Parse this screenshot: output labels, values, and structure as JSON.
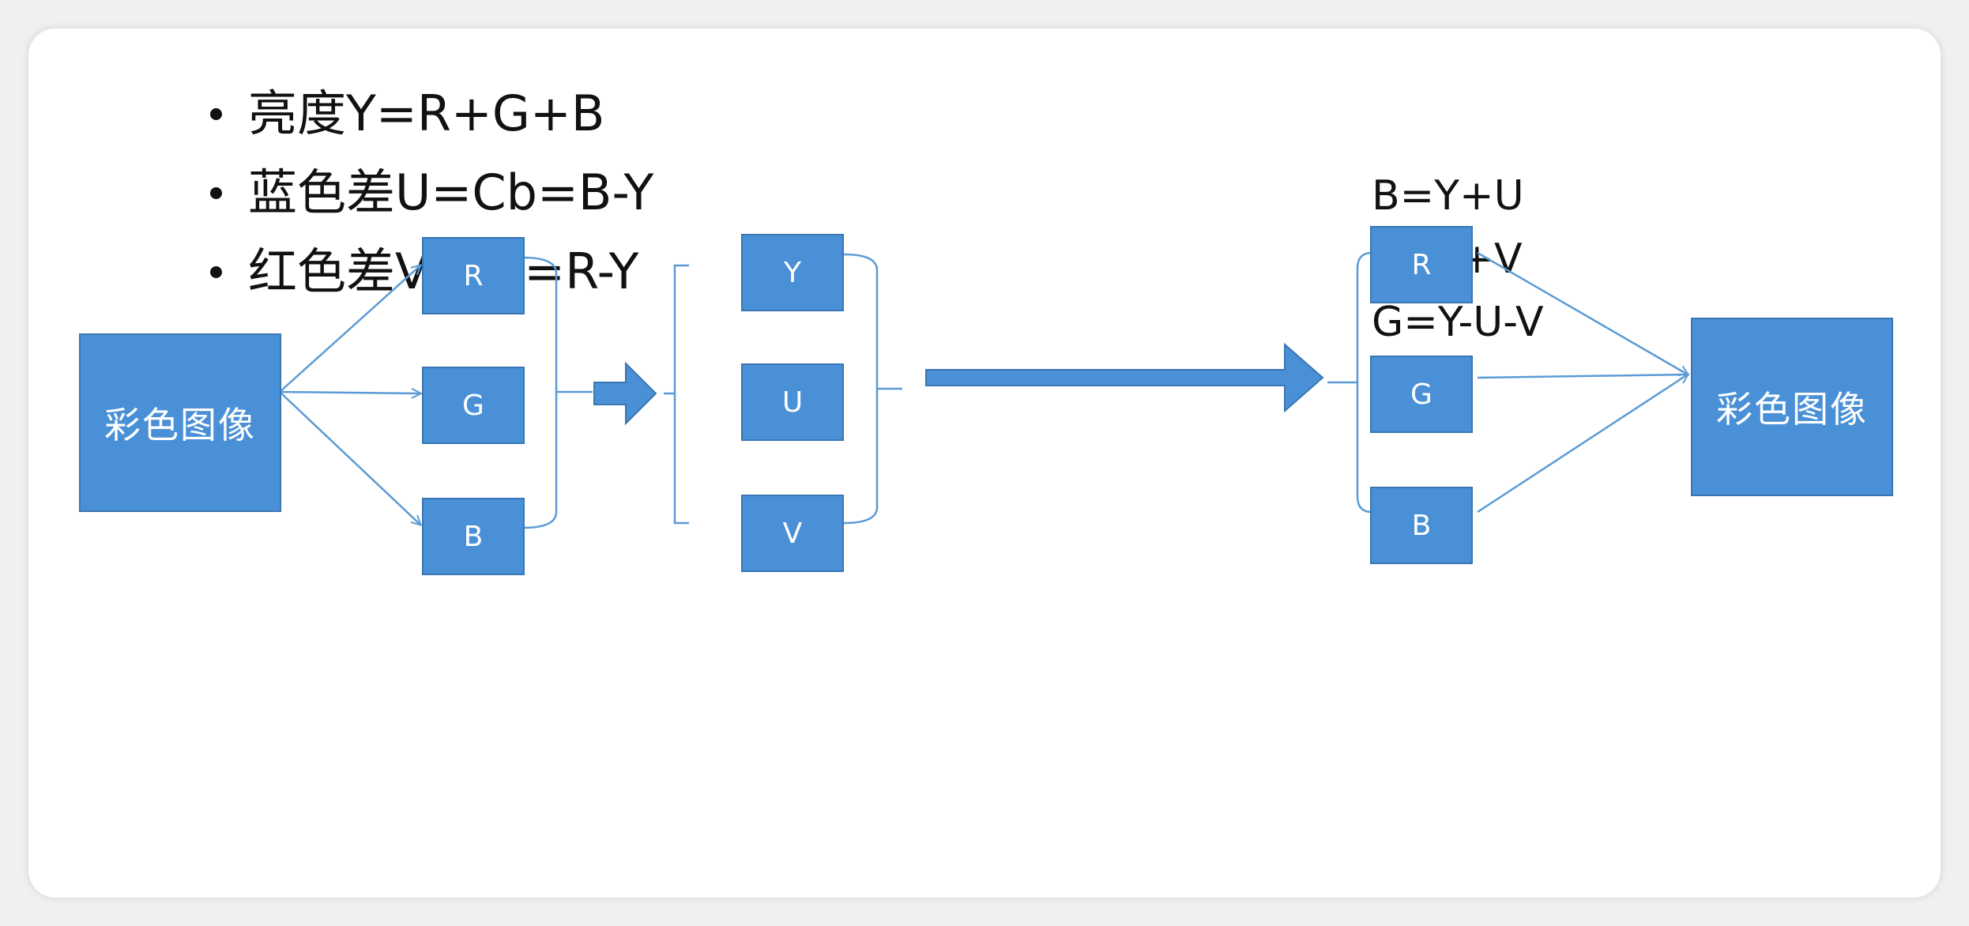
{
  "bullets": {
    "items": [
      "亮度Y=R+G+B",
      "蓝色差U=Cb=B-Y",
      "红色差V=Cr=R-Y"
    ]
  },
  "formulas": {
    "items": [
      "B=Y+U",
      "R=Y+V",
      "G=Y-U-V"
    ]
  },
  "nodes": {
    "source_image": "彩色图像",
    "rgb_in": [
      "R",
      "G",
      "B"
    ],
    "yuv": [
      "Y",
      "U",
      "V"
    ],
    "rgb_out": [
      "R",
      "G",
      "B"
    ],
    "target_image": "彩色图像"
  },
  "colors": {
    "box_fill": "#4a90d6",
    "box_border": "#3a76b3",
    "line": "#5b9bd5",
    "text": "#111111"
  }
}
